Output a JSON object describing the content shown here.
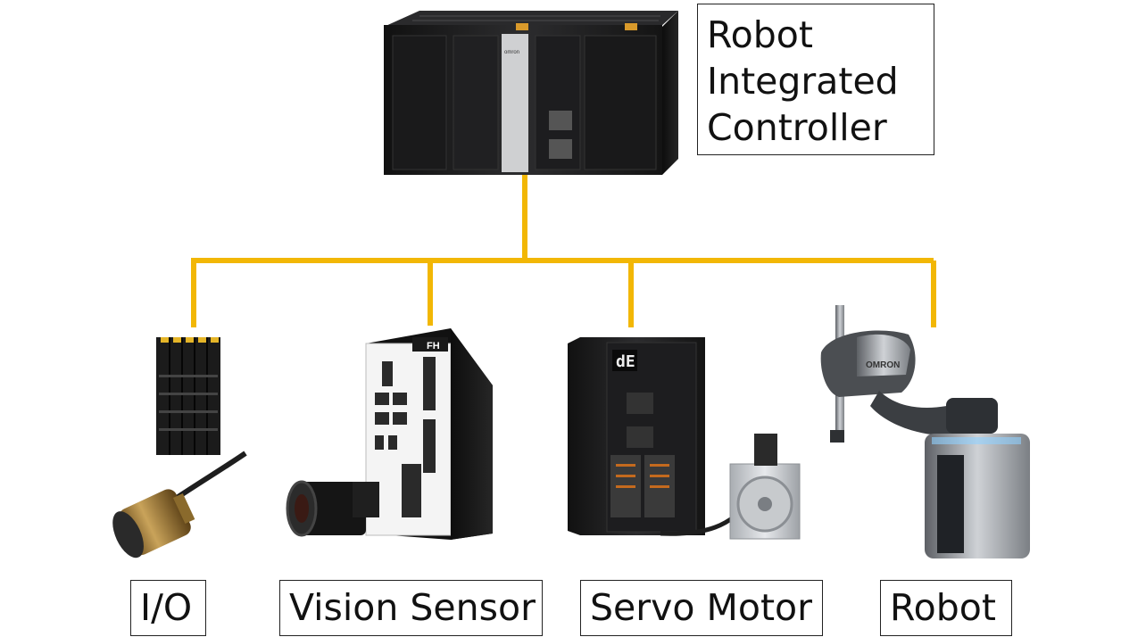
{
  "controller": {
    "label": "Robot Integrated Controller",
    "label_lines": [
      "Robot",
      "Integrated",
      "Controller"
    ],
    "brand": "omron"
  },
  "devices": [
    {
      "id": "io",
      "label": "I/O"
    },
    {
      "id": "vision",
      "label": "Vision Sensor",
      "badge": "FH"
    },
    {
      "id": "servo",
      "label": "Servo Motor",
      "display": "dE"
    },
    {
      "id": "robot",
      "label": "Robot",
      "brand": "OMRON"
    }
  ],
  "colors": {
    "connector": "#F2B705",
    "device_dark": "#1c1c1e",
    "label_border": "#222222"
  }
}
